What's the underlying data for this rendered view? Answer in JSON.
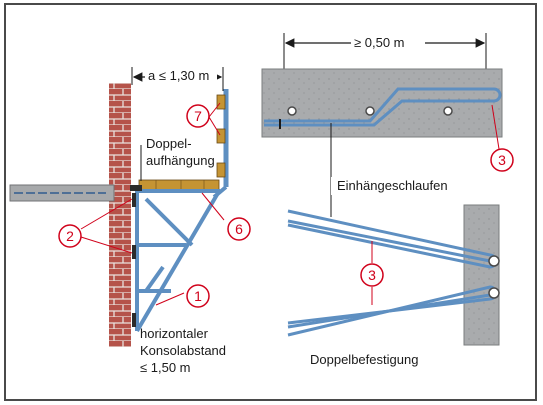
{
  "dimensions": {
    "bracket_spacing": "a ≤ 1,30 m",
    "min_length": "≥ 0,50 m"
  },
  "labels": {
    "double_suspension_line1": "Doppel-",
    "double_suspension_line2": "aufhängung",
    "hook_loops": "Einhängeschlaufen",
    "double_fastening": "Doppelbefestigung",
    "horizontal_spacing_line1": "horizontaler",
    "horizontal_spacing_line2": "Konsolabstand",
    "horizontal_spacing_line3": "≤ 1,50 m"
  },
  "callouts": {
    "c1": "1",
    "c2": "2",
    "c3_top": "3",
    "c3_bottom": "3",
    "c6": "6",
    "c7": "7"
  },
  "colors": {
    "brick": "#b5534a",
    "brick_mortar": "#e9e2dd",
    "steel": "#5e8fc1",
    "concrete": "#a7a9ab",
    "wood": "#c59433",
    "callout": "#d0021b"
  }
}
